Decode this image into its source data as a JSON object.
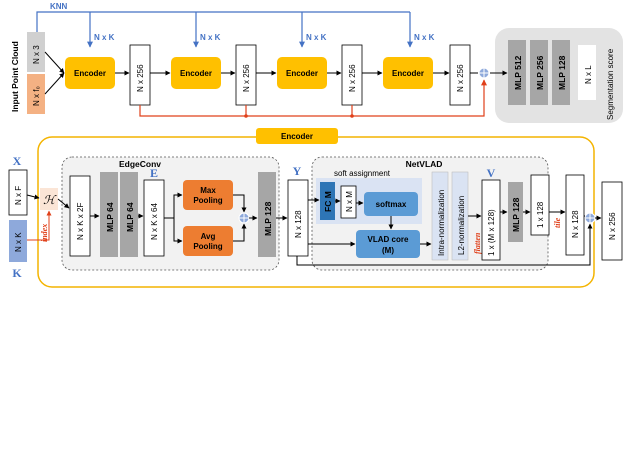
{
  "top": {
    "knn": "KNN",
    "nxk": "N x K",
    "input_label": "Input Point Cloud",
    "input_n3": "N x 3",
    "input_nf0": "N x f₀",
    "encoder": "Encoder",
    "n256": "N x 256",
    "mlp512": "MLP 512",
    "mlp256": "MLP 256",
    "mlp128": "MLP 128",
    "nl": "N x L",
    "seg_score": "Segmentation score"
  },
  "encoder_detail": {
    "title": "Encoder",
    "edgeconv": "EdgeConv",
    "netvlad": "NetVLAD",
    "X": "X",
    "K": "K",
    "E": "E",
    "Y": "Y",
    "V": "V",
    "H": "ℋ",
    "index": "index",
    "nxf": "N x F",
    "nxk": "N x K",
    "nxkx2f": "N x K x 2F",
    "mlp64": "MLP 64",
    "nxkx64": "N x K x 64",
    "max_pooling_1": "Max",
    "max_pooling_2": "Pooling",
    "avg_pooling_1": "Avg",
    "avg_pooling_2": "Pooling",
    "mlp128": "MLP 128",
    "nx128": "N x 128",
    "soft_assignment": "soft assignment",
    "fcm": "FC M",
    "nxm": "N x M",
    "softmax": "softmax",
    "vlad_core_1": "VLAD core",
    "vlad_core_2": "(M)",
    "intra_norm": "Intra-normalization",
    "l2_norm": "L2-normalization",
    "flatten": "flatten",
    "mx128": "1 x (M x 128)",
    "one128": "1 x 128",
    "tile": "tile",
    "n256": "N x 256"
  }
}
